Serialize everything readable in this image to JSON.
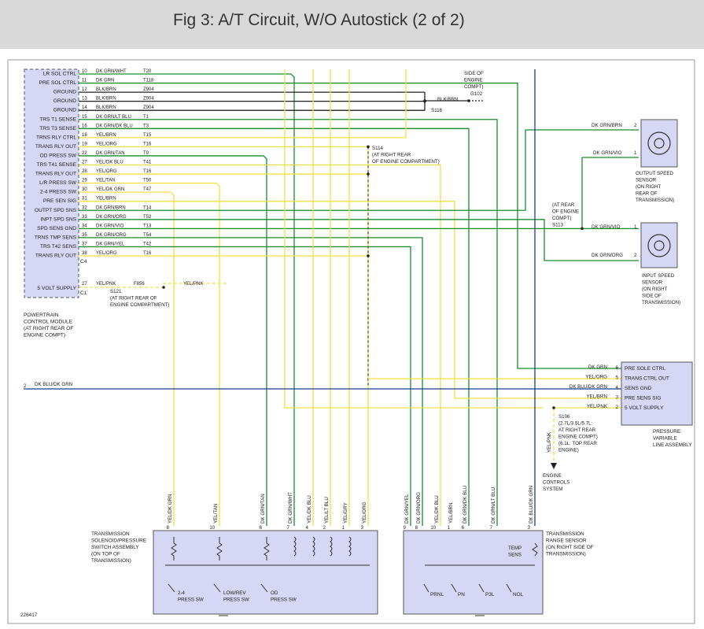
{
  "title": "Fig 3: A/T Circuit, W/O Autostick (2 of 2)",
  "colors": {
    "green": "#1a8c2c",
    "yellow": "#f0e040",
    "black": "#202020",
    "blue": "#1b3f8f",
    "box_fill": "#d6d6f5",
    "pcm_fill": "#d6d6f5",
    "header": "#d9d9d9"
  },
  "pcm": {
    "pins": [
      {
        "num": "10",
        "name": "LR SOL CTRL",
        "wire": "DK GRN/WHT",
        "circuit": "T20"
      },
      {
        "num": "11",
        "name": "PRE SOL CTRL",
        "wire": "DK GRN",
        "circuit": "T118"
      },
      {
        "num": "12",
        "name": "GROUND",
        "wire": "BLK/BRN",
        "circuit": "Z904"
      },
      {
        "num": "13",
        "name": "GROUND",
        "wire": "BLK/BRN",
        "circuit": "Z904"
      },
      {
        "num": "14",
        "name": "GROUND",
        "wire": "BLK/BRN",
        "circuit": "Z904"
      },
      {
        "num": "15",
        "name": "TRS T1 SENSE",
        "wire": "DK GRN/LT BLU",
        "circuit": "T1"
      },
      {
        "num": "16",
        "name": "TRS T3 SENSE",
        "wire": "DK GRN/DK BLU",
        "circuit": "T3"
      },
      {
        "num": "18",
        "name": "TRNS RLY CTRL",
        "wire": "YEL/BRN",
        "circuit": "T15"
      },
      {
        "num": "19",
        "name": "TRANS RLY OUT",
        "wire": "YEL/ORG",
        "circuit": "T16"
      },
      {
        "num": "22",
        "name": "OD PRESS SW",
        "wire": "DK GRN/TAN",
        "circuit": "T9"
      },
      {
        "num": "27",
        "name": "TRS T41 SENSE",
        "wire": "YEL/DK BLU",
        "circuit": "T41"
      },
      {
        "num": "28",
        "name": "TRANS RLY OUT",
        "wire": "YEL/ORG",
        "circuit": "T16"
      },
      {
        "num": "29",
        "name": "L/R PRESS SW",
        "wire": "YEL/TAN",
        "circuit": "T50"
      },
      {
        "num": "30",
        "name": "2-4 PRESS SW",
        "wire": "YEL/DK GRN",
        "circuit": "T47"
      },
      {
        "num": "31",
        "name": "PRE SEN SIG",
        "wire": "YEL/BRN",
        "circuit": ""
      },
      {
        "num": "32",
        "name": "OUTPT SPD SNS",
        "wire": "DK GRN/BRN",
        "circuit": "T14"
      },
      {
        "num": "33",
        "name": "INPT SPD SNS",
        "wire": "DK GRN/ORG",
        "circuit": "T52"
      },
      {
        "num": "34",
        "name": "SPD SENS GND",
        "wire": "DK GRN/VIO",
        "circuit": "T13"
      },
      {
        "num": "35",
        "name": "TRNS TMP SENS",
        "wire": "DK GRN/ORG",
        "circuit": "T54"
      },
      {
        "num": "37",
        "name": "TRS T42 SENS",
        "wire": "DK GRN/YEL",
        "circuit": "T42"
      },
      {
        "num": "38",
        "name": "TRANS RLY OUT",
        "wire": "YEL/ORG",
        "circuit": "T16"
      }
    ],
    "connector_c4": "C4",
    "supply_pin": {
      "num": "27",
      "name": "5 VOLT SUPPLY",
      "wire": "YEL/PNK",
      "circuit": "F856",
      "wire_right": "YEL/PNK"
    },
    "connector_c1": "C1",
    "label": [
      "POWERTRAIN",
      "CONTROL MODULE",
      "(AT RIGHT REAR OF",
      "ENGINE COMPT)"
    ]
  },
  "splices": {
    "g102": [
      "SIDE OF",
      "ENGINE",
      "COMPT)"
    ],
    "g102_id": "G102",
    "g102_wire": "BLK/BRN",
    "s116": "S116",
    "s114": [
      "S114",
      "(AT RIGHT REAR",
      "OF ENGINE COMPARTMENT)"
    ],
    "s121": [
      "S121",
      "(AT RIGHT REAR OF",
      "ENGINE COMPARTMENT)"
    ],
    "s113": [
      "(AT REAR",
      "OF ENGINE",
      "COMPT)",
      "S113"
    ],
    "s106": [
      "S106",
      "(2.7L/3.5L/5.7L:",
      "AT RIGHT REAR",
      "ENGINE COMPT)",
      "(6.1L: TOP REAR",
      "ENGINE)"
    ]
  },
  "output_speed_sensor": {
    "label": [
      "OUTPUT SPEED",
      "SENSOR",
      "(ON RIGHT",
      "REAR OF",
      "TRANSMISSION)"
    ],
    "wires": [
      {
        "wire": "DK GRN/BRN",
        "pin": "2"
      },
      {
        "wire": "DK GRN/VIO",
        "pin": "1"
      }
    ]
  },
  "input_speed_sensor": {
    "label": [
      "INPUT SPEED",
      "SENSOR",
      "(ON RIGHT",
      "SIDE OF",
      "TRANSMISSION)"
    ],
    "wires": [
      {
        "wire": "DK GRN/VIO",
        "pin": "1"
      },
      {
        "wire": "DK GRN/ORG",
        "pin": "2"
      }
    ]
  },
  "pressure_assembly": {
    "pins": [
      {
        "name": "PRE SOLE CTRL",
        "wire": "DK GRN",
        "pin": "6"
      },
      {
        "name": "TRANS CTRL OUT",
        "wire": "YEL/ORG",
        "pin": "5"
      },
      {
        "name": "SENS GND",
        "wire": "DK BLU/DK GRN",
        "pin": "4"
      },
      {
        "name": "PRE SENS SIG",
        "wire": "YEL/BRN",
        "pin": "3"
      },
      {
        "name": "5 VOLT SUPPLY",
        "wire": "YEL/PNK",
        "pin": "2"
      }
    ],
    "label": [
      "PRESSURE",
      "VARIABLE",
      "LINE ASSEMBLY"
    ]
  },
  "left_wire": {
    "num": "2",
    "wire": "DK BLU/DK GRN"
  },
  "engine_controls": {
    "wire": "YEL/PNK",
    "label": [
      "ENGINE",
      "CONTROLS",
      "SYSTEM"
    ]
  },
  "solenoid_assembly": {
    "label": [
      "TRANSMISSION",
      "SOLENOID/PRESSURE",
      "SWITCH ASSEMBLY",
      "(ON TOP OF",
      "TRANSMISSION)"
    ],
    "wires": [
      {
        "wire": "YEL/DK GRN",
        "pin": "8"
      },
      {
        "wire": "YEL/TAN",
        "pin": "10"
      },
      {
        "wire": "DK GRN/TAN",
        "pin": "6"
      },
      {
        "wire": "DK GRN/WHT",
        "pin": "7"
      },
      {
        "wire": "YEL/DK BLU",
        "pin": "4"
      },
      {
        "wire": "YEL/LT BLU",
        "pin": "2"
      },
      {
        "wire": "YEL/GRY",
        "pin": "1"
      },
      {
        "wire": "YEL/ORG",
        "pin": "3"
      }
    ],
    "switches": [
      [
        "2-4",
        "PRESS SW"
      ],
      [
        "LOW/REV",
        "PRESS SW"
      ],
      [
        "OD",
        "PRESS SW"
      ]
    ]
  },
  "range_sensor": {
    "label": [
      "TRANSMISSION",
      "RANGE SENSOR",
      "(ON RIGHT SIDE OF",
      "TRANSMISSION)"
    ],
    "wires": [
      {
        "wire": "DK GRN/YEL",
        "pin": "9"
      },
      {
        "wire": "DK GRN/ORG",
        "pin": "8"
      },
      {
        "wire": "YEL/DK BLU",
        "pin": "10"
      },
      {
        "wire": "YEL/BRN",
        "pin": "1"
      },
      {
        "wire": "DK GRN/DK BLU",
        "pin": "6"
      },
      {
        "wire": "DK GRN/LT BLU",
        "pin": "7"
      },
      {
        "wire": "DK BLU/DK GRN",
        "pin": "3"
      }
    ],
    "temp": [
      "TEMP",
      "SENS"
    ],
    "switches": [
      "PRNL",
      "PN",
      "P3L",
      "NOL"
    ]
  },
  "figure_id": "226417"
}
